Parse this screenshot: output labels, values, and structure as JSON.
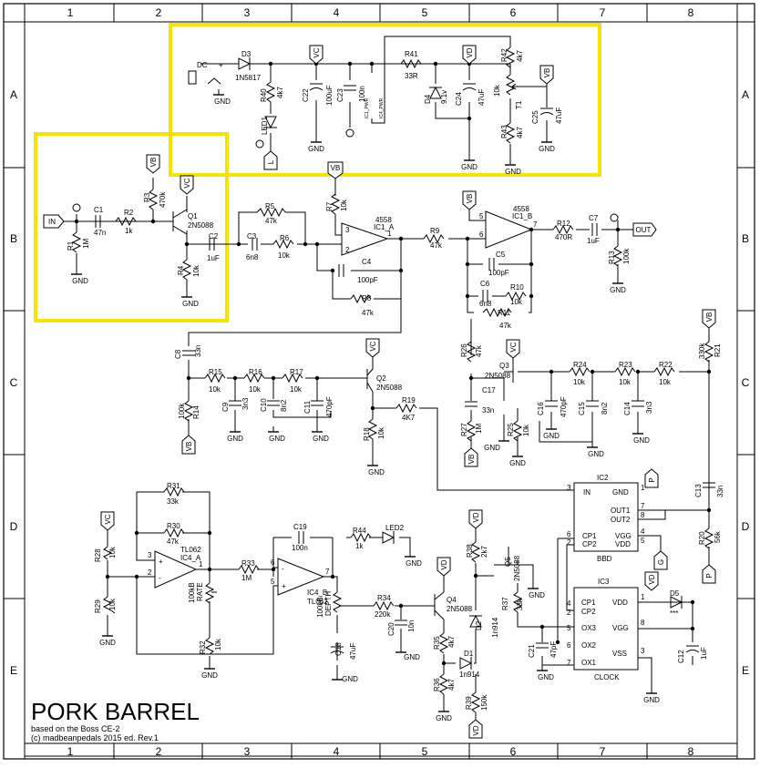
{
  "sheet": {
    "columns": [
      "1",
      "2",
      "3",
      "4",
      "5",
      "6",
      "7",
      "8"
    ],
    "rows": [
      "A",
      "B",
      "C",
      "D",
      "E"
    ]
  },
  "title": {
    "name": "PORK BARREL",
    "line1": "based on the Boss CE-2",
    "line2": "(c) madbeanpedals  2015 ed. Rev.1"
  },
  "highlight_color": "#f5e400",
  "parts": {
    "dc": "DC",
    "plus": "+",
    "d3": "D3",
    "d3v": "1N5817",
    "r40": "R40",
    "r40v": "4k7",
    "led1": "LED1",
    "c22": "C22",
    "c22v": "100uF",
    "c23": "C23",
    "c23v": "100n",
    "r41": "R41",
    "r41v": "33R",
    "d4": "D4",
    "d4v": "9.1v",
    "c24": "C24",
    "c24v": "47uF",
    "r42": "R42",
    "r42v": "4k7",
    "t1": "T1",
    "t1v": "10k",
    "c25": "C25",
    "c25v": "47uF",
    "r43": "R43",
    "r43v": "4k7",
    "c1": "C1",
    "c1v": "47n",
    "r2": "R2",
    "r2v": "1k",
    "r1": "R1",
    "r1v": "1M",
    "r3": "R3",
    "r3v": "470k",
    "q1": "Q1",
    "q1v": "2N5088",
    "c2": "C2",
    "c2v": "1uF",
    "r4": "R4",
    "r4v": "10k",
    "r5": "R5",
    "r5v": "47k",
    "c3": "C3",
    "c3v": "6n8",
    "r6": "R6",
    "r6v": "10k",
    "r7": "R7",
    "r7v": "10k",
    "ic1a": "IC1_A",
    "ic1": "4558",
    "c4": "C4",
    "c4v": "100pF",
    "r8": "R8",
    "r8v": "47k",
    "r9": "R9",
    "r9v": "47k",
    "ic1b": "IC1_B",
    "r12": "R12",
    "r12v": "470R",
    "c7": "C7",
    "c7v": "1uF",
    "r13": "R13",
    "r13v": "100k",
    "c5": "C5",
    "c5v": "100pF",
    "c6": "C6",
    "c6v": "6n8",
    "r10": "R10",
    "r10v": "10k",
    "r11": "R11",
    "r11v": "47k",
    "c8": "C8",
    "c8v": "33n",
    "r15": "R15",
    "r15v": "10k",
    "r16": "R16",
    "r16v": "10k",
    "r17": "R17",
    "r17v": "10k",
    "q2": "Q2",
    "q2v": "2N5088",
    "c9": "C9",
    "c9v": "3n3",
    "c10": "C10",
    "c10v": "8n2",
    "c11": "C11",
    "c11v": "470pF",
    "r14": "R14",
    "r14v": "100k",
    "r18": "R18",
    "r18v": "10k",
    "r19": "R19",
    "r19v": "4K7",
    "r26": "R26",
    "r26v": "47k",
    "q3": "Q3",
    "q3v": "2N5088",
    "c17": "C17",
    "c17v": "33n",
    "r24": "R24",
    "r24v": "10k",
    "r23": "R23",
    "r23v": "10k",
    "r22": "R22",
    "r22v": "10k",
    "r21": "R21",
    "r21v": "330k",
    "c16": "C16",
    "c16v": "470pF",
    "c15": "C15",
    "c15v": "8n2",
    "c14": "C14",
    "c14v": "3n3",
    "r27": "R27",
    "r27v": "1M",
    "r25": "R25",
    "r25v": "10k",
    "ic2": "IC2",
    "bbd": "BBD",
    "c13": "C13",
    "c13v": "33n",
    "r20": "R20",
    "r20v": "56k",
    "r31": "R31",
    "r31v": "33k",
    "r30": "R30",
    "r30v": "47k",
    "ic4a": "IC4_A",
    "ic4": "TL062",
    "r28": "R28",
    "r28v": "10k",
    "r29": "R29",
    "r29v": "10k",
    "r33": "R33",
    "r33v": "1M",
    "rate": "RATE",
    "ratev": "100kB",
    "r32": "R32",
    "r32v": "10k",
    "c19": "C19",
    "c19v": "100n",
    "r44": "R44",
    "r44v": "1k",
    "led2": "LED2",
    "ic4b": "IC4_B",
    "depth": "DEPTH",
    "depthv": "100kB",
    "r34": "R34",
    "r34v": "220k",
    "c20": "C20",
    "c20v": "10n",
    "q4": "Q4",
    "q4v": "2N5088",
    "c18": "C18",
    "c18v": "47uF",
    "r38": "R38",
    "r38v": "2k7",
    "q5": "Q5",
    "q5v": "2N5088",
    "r37": "R37",
    "r37v": "33k",
    "d2": "D2",
    "d2v": "1n914",
    "d1": "D1",
    "d1v": "1n914",
    "r35": "R35",
    "r35v": "4k7",
    "r36": "R36",
    "r36v": "4k7",
    "r39": "R39",
    "r39v": "150k",
    "c21": "C21",
    "c21v": "47pF",
    "ic3": "IC3",
    "clock": "CLOCK",
    "d5": "D5",
    "d5v": "***",
    "c12": "C12",
    "c12v": "1uF"
  },
  "pins": {
    "in": "IN",
    "gnd": "GND",
    "out1": "OUT1",
    "out2": "OUT2",
    "cp1": "CP1",
    "cp2": "CP2",
    "vgg": "VGG",
    "vdd": "VDD",
    "ox1": "OX1",
    "ox2": "OX2",
    "ox3": "OX3",
    "vss": "VSS",
    "pos": "+",
    "neg": "-",
    "n1": "1",
    "n2": "2",
    "n3": "3",
    "n4": "4",
    "n5": "5",
    "n6": "6",
    "n7": "7",
    "n8": "8",
    "ic1pwr": "IC1_PWR",
    "ic4pwr": "IC4_PWR"
  },
  "nets": {
    "vc": "VC",
    "vd": "VD",
    "vb": "VB",
    "in": "IN",
    "out": "OUT",
    "gnd": "GND",
    "p": "P",
    "g": "G",
    "l": "L"
  }
}
